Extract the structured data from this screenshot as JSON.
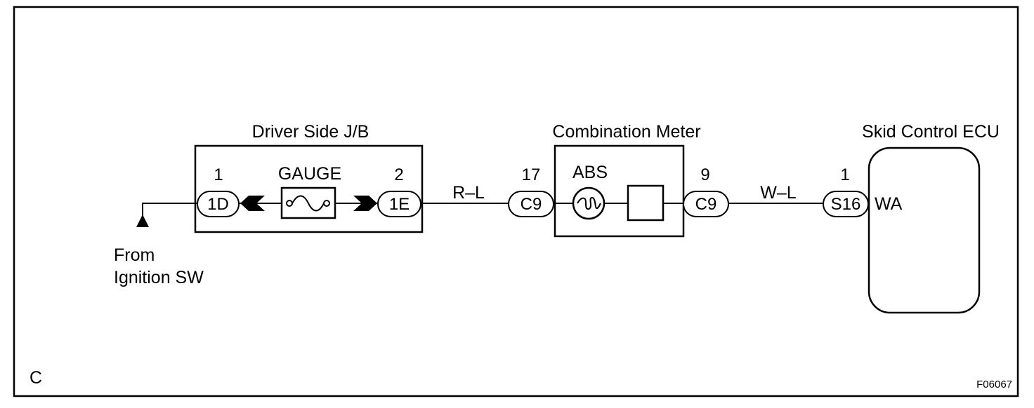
{
  "source": {
    "label_line1": "From",
    "label_line2": "Ignition SW"
  },
  "junction_block": {
    "title": "Driver Side J/B",
    "fuse_label": "GAUGE",
    "in_pin": "1",
    "in_connector": "1D",
    "out_pin": "2",
    "out_connector": "1E"
  },
  "wire_1": {
    "color_code": "R–L"
  },
  "combination_meter": {
    "title": "Combination Meter",
    "lamp_label": "ABS",
    "in_pin": "17",
    "in_connector": "C9",
    "out_pin": "9",
    "out_connector": "C9"
  },
  "wire_2": {
    "color_code": "W–L"
  },
  "skid_control_ecu": {
    "title": "Skid Control ECU",
    "pin": "1",
    "connector": "S16",
    "terminal": "WA"
  },
  "corner_letter": "C",
  "figure_id": "F06067"
}
